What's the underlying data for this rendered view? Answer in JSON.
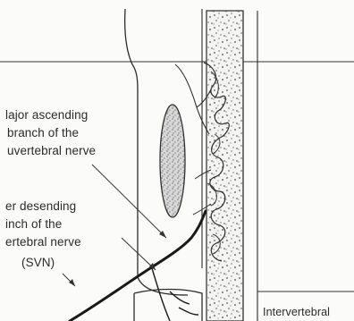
{
  "figure": {
    "labels": {
      "major_ascending": [
        "lajor ascending",
        "branch of the",
        "uvertebral nerve"
      ],
      "descending": [
        "er desending",
        "inch of the",
        "ertebral nerve",
        "(SVN)"
      ],
      "intervertebral": "Intervertebral"
    }
  }
}
